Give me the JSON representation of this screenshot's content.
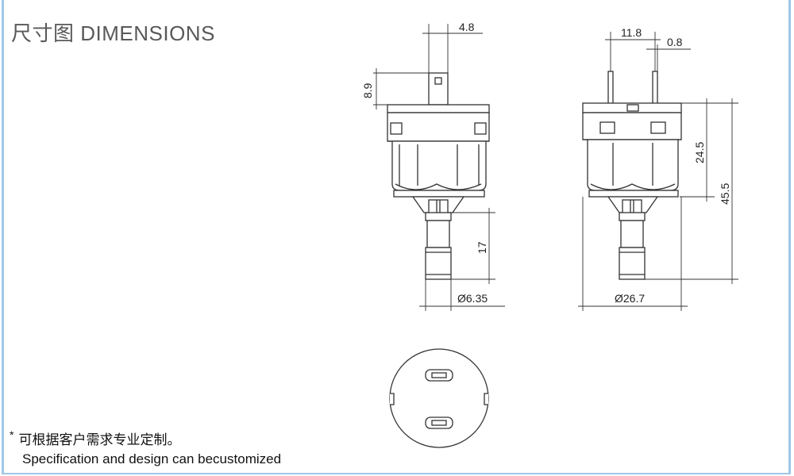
{
  "title": "尺寸图 DIMENSIONS",
  "note": {
    "marker": "*",
    "line_cn": "可根据客户需求专业定制。",
    "line_en": "Specification and design can becustomized"
  },
  "dimensions": {
    "terminal_width": "4.8",
    "terminal_height": "8.9",
    "shaft_length": "17",
    "shaft_diameter": "Ø6.35",
    "terminal_spacing": "11.8",
    "terminal_thickness": "0.8",
    "body_height": "24.5",
    "total_height": "45.5",
    "body_diameter": "Ø26.7"
  },
  "colors": {
    "frame": "#9ec7e8",
    "line": "#333333",
    "title": "#595959"
  }
}
